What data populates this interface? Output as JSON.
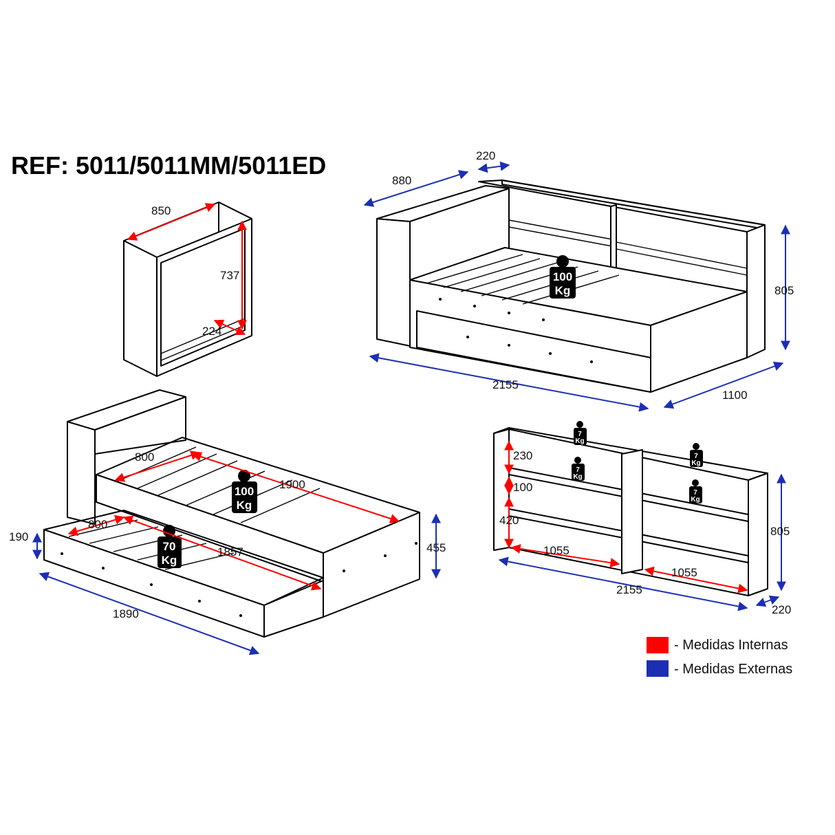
{
  "title": "REF: 5011/5011MM/5011ED",
  "colors": {
    "internal": "#ff0000",
    "external": "#1c2fb3",
    "line": "#000000"
  },
  "views": {
    "headboard_side": {
      "width": "850",
      "height": "737",
      "depth": "224"
    },
    "bed_assembled": {
      "top_depth": "220",
      "depth": "880",
      "height": "805",
      "length": "2155",
      "width": "1100",
      "load_weight": "100",
      "load_unit": "Kg"
    },
    "bed_trundle": {
      "bed_width": "800",
      "bed_length": "1900",
      "bed_load_weight": "100",
      "bed_load_unit": "Kg",
      "trundle_width": "800",
      "trundle_length": "1857",
      "trundle_load_weight": "70",
      "trundle_load_unit": "Kg",
      "trundle_height": "190",
      "bed_height": "455",
      "total_length": "1890"
    },
    "shelf_unit": {
      "shelf_gap": "230",
      "gap_small": "100",
      "lower_height": "420",
      "bay_left": "1055",
      "bay_right": "1055",
      "total_length": "2155",
      "depth": "220",
      "height": "805",
      "shelf_load_weight": "7",
      "shelf_load_unit": "Kg"
    }
  },
  "legend": [
    {
      "label": "- Medidas Internas",
      "color": "#ff0000"
    },
    {
      "label": "- Medidas Externas",
      "color": "#1c2fb3"
    }
  ]
}
